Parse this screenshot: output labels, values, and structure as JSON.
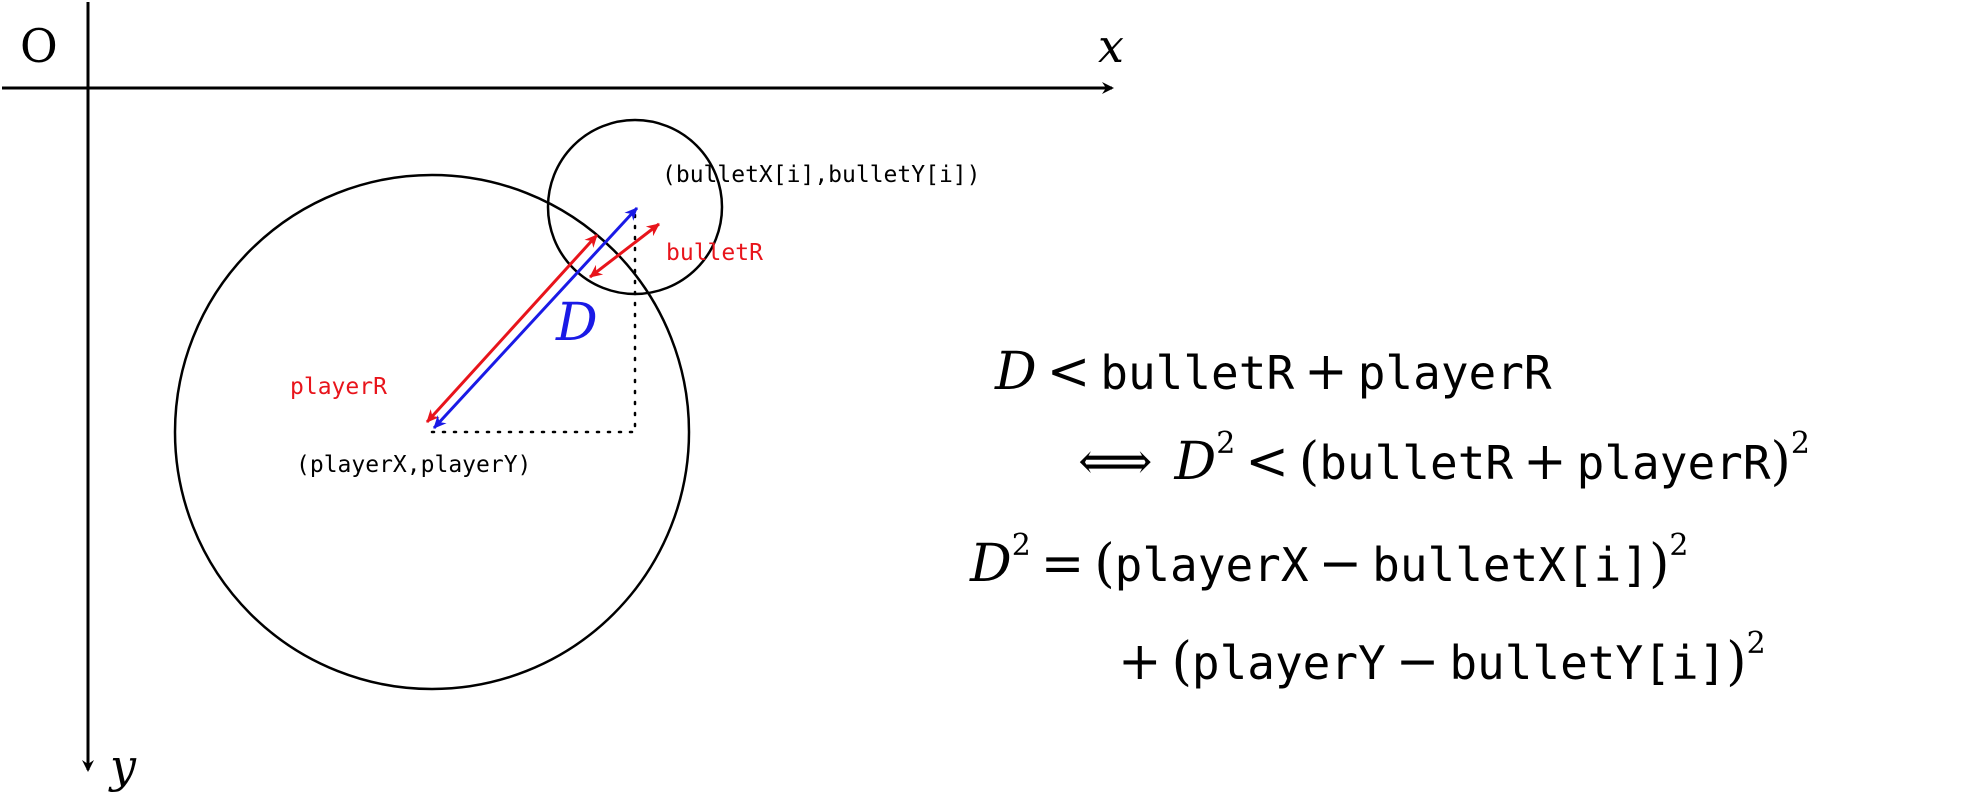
{
  "axes": {
    "origin": "O",
    "x": "x",
    "y": "y"
  },
  "labels": {
    "bullet_center": "(bulletX[i],bulletY[i])",
    "bullet_radius": "bulletR",
    "player_radius": "playerR",
    "player_center": "(playerX,playerY)",
    "distance": "D"
  },
  "equations": {
    "line1": {
      "lhs": "D",
      "op": "<",
      "a": "bulletR",
      "plus": "+",
      "b": "playerR"
    },
    "line2": {
      "iff": "⟺",
      "lhs": "D",
      "exp": "2",
      "op": "<",
      "open": "(",
      "a": "bulletR",
      "plus": "+",
      "b": "playerR",
      "close": ")",
      "exp2": "2"
    },
    "line3": {
      "lhs": "D",
      "exp": "2",
      "eq": "=",
      "open": "(",
      "a": "playerX",
      "minus": "−",
      "b": "bulletX[i]",
      "close": ")",
      "exp2": "2"
    },
    "line4": {
      "plus": "+",
      "open": "(",
      "a": "playerY",
      "minus": "−",
      "b": "bulletY[i]",
      "close": ")",
      "exp2": "2"
    }
  },
  "colors": {
    "axis": "#000000",
    "radius_arrows": "#e8141b",
    "distance_arrow": "#1a1ae6"
  }
}
